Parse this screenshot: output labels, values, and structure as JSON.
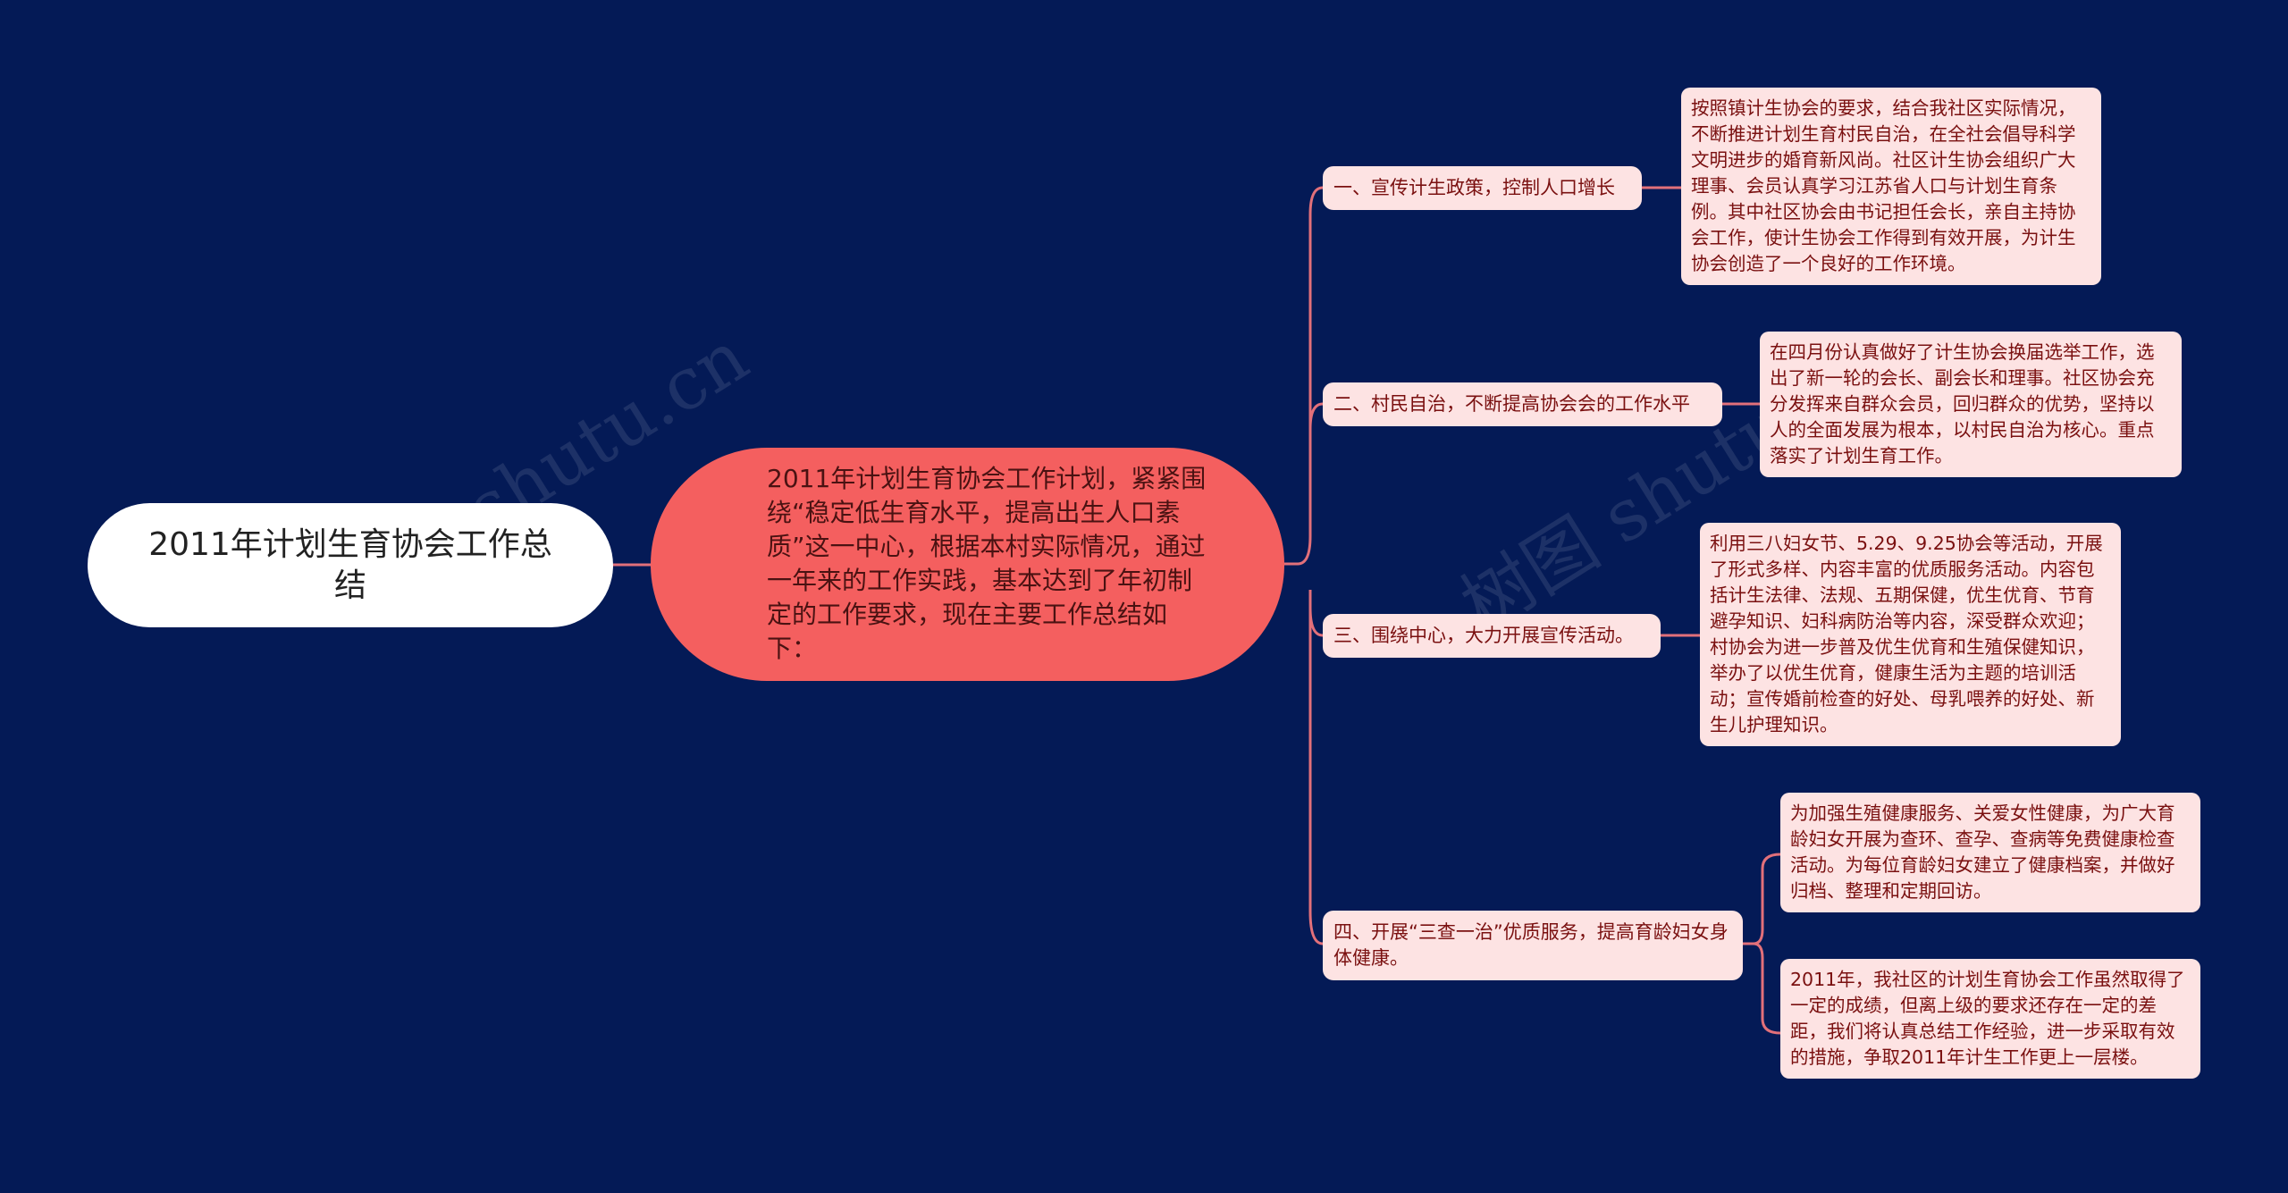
{
  "colors": {
    "background": "#041a56",
    "center": "#f45f5f",
    "node": "#fde3e3",
    "line": "#e2707a",
    "text": "#7a1010"
  },
  "root": {
    "label": "2011年计划生育协会工作总结"
  },
  "center": {
    "label": "2011年计划生育协会工作计划，紧紧围绕“稳定低生育水平，提高出生人口素质”这一中心，根据本村实际情况，通过一年来的工作实践，基本达到了年初制定的工作要求，现在主要工作总结如下："
  },
  "branches": [
    {
      "label": "一、宣传计生政策，控制人口增长",
      "details": [
        "按照镇计生协会的要求，结合我社区实际情况，不断推进计划生育村民自治，在全社会倡导科学文明进步的婚育新风尚。社区计生协会组织广大理事、会员认真学习江苏省人口与计划生育条例。其中社区协会由书记担任会长，亲自主持协会工作，使计生协会工作得到有效开展，为计生协会创造了一个良好的工作环境。"
      ]
    },
    {
      "label": "二、村民自治，不断提高协会会的工作水平",
      "details": [
        "在四月份认真做好了计生协会换届选举工作，选出了新一轮的会长、副会长和理事。社区协会充分发挥来自群众会员，回归群众的优势，坚持以人的全面发展为根本，以村民自治为核心。重点落实了计划生育工作。"
      ]
    },
    {
      "label": "三、围绕中心，大力开展宣传活动。",
      "details": [
        "利用三八妇女节、5.29、9.25协会等活动，开展了形式多样、内容丰富的优质服务活动。内容包括计生法律、法规、五期保健，优生优育、节育避孕知识、妇科病防治等内容，深受群众欢迎；村协会为进一步普及优生优育和生殖保健知识，举办了以优生优育，健康生活为主题的培训活动；宣传婚前检查的好处、母乳喂养的好处、新生儿护理知识。"
      ]
    },
    {
      "label": "四、开展“三查一治”优质服务，提高育龄妇女身体健康。",
      "details": [
        "为加强生殖健康服务、关爱女性健康，为广大育龄妇女开展为查环、查孕、查病等免费健康检查活动。为每位育龄妇女建立了健康档案，并做好归档、整理和定期回访。",
        "2011年，我社区的计划生育协会工作虽然取得了一定的成绩，但离上级的要求还存在一定的差距，我们将认真总结工作经验，进一步采取有效的措施，争取2011年计生工作更上一层楼。"
      ]
    }
  ],
  "watermark": "树图 shutu.cn"
}
